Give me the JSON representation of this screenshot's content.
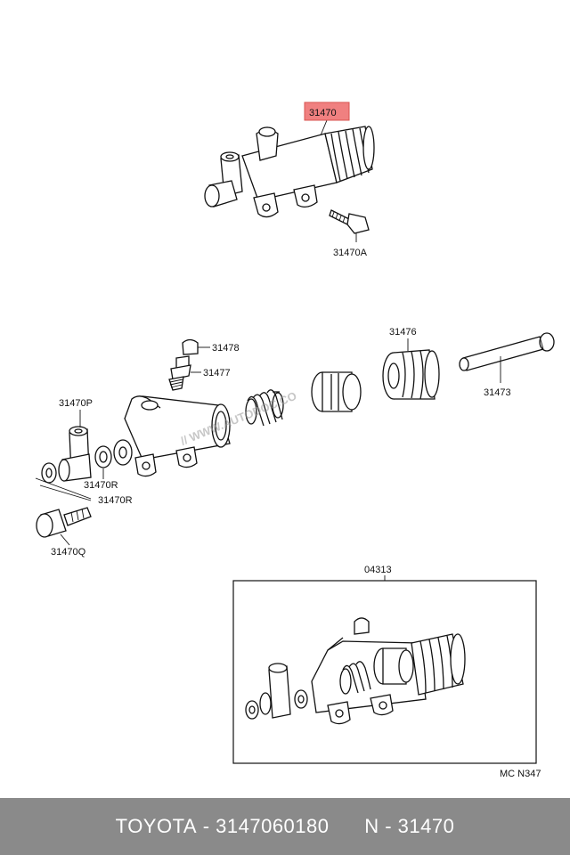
{
  "diagram": {
    "labels": {
      "top_assembly": "31470",
      "bolt": "31470A",
      "bleeder_cap": "31478",
      "bleeder_plug": "31477",
      "spring": "",
      "piston": "",
      "boot": "31476",
      "push_rod": "31473",
      "union": "31470P",
      "gasket_a": "31470R",
      "gasket_b": "31470R",
      "union_bolt": "31470Q",
      "kit": "04313",
      "figure_code": "MC N347"
    },
    "highlight_color": "#f08080"
  },
  "footer": {
    "brand": "TOYOTA",
    "separator": " - ",
    "part_number": "3147060180",
    "ref_prefix": "N - ",
    "ref_number": "31470"
  }
}
